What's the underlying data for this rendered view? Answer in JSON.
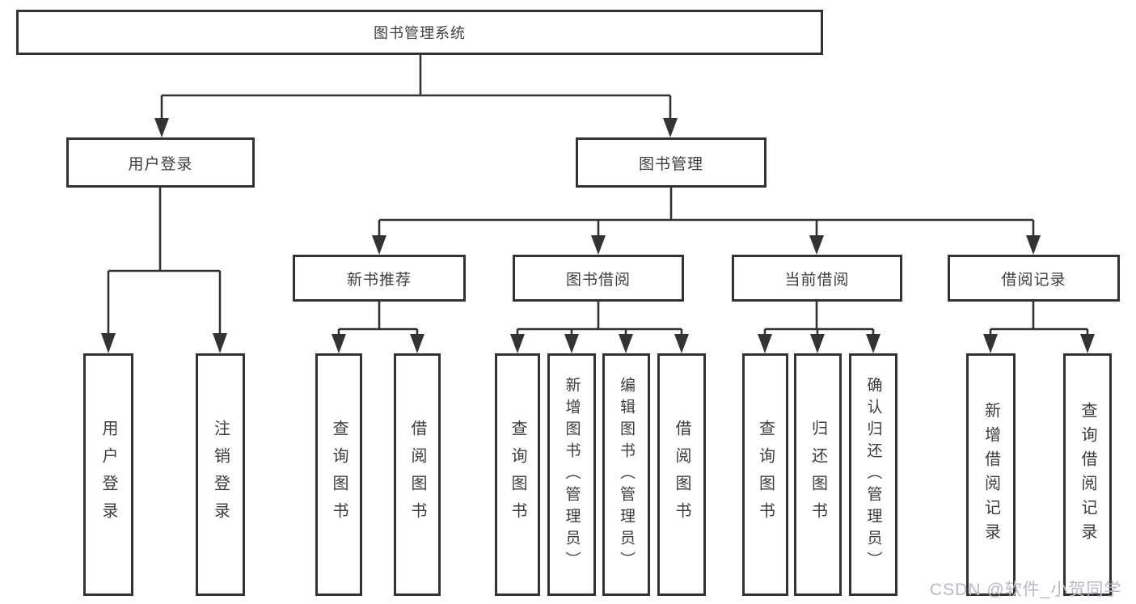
{
  "tree": {
    "label": "图书管理系统",
    "children": [
      {
        "label": "用户登录",
        "children": [
          {
            "label": "用户登录"
          },
          {
            "label": "注销登录"
          }
        ]
      },
      {
        "label": "图书管理",
        "children": [
          {
            "label": "新书推荐",
            "children": [
              {
                "label": "查询图书"
              },
              {
                "label": "借阅图书"
              }
            ]
          },
          {
            "label": "图书借阅",
            "children": [
              {
                "label": "查询图书"
              },
              {
                "label": "新增图书（管理员）"
              },
              {
                "label": "编辑图书（管理员）"
              },
              {
                "label": "借阅图书"
              }
            ]
          },
          {
            "label": "当前借阅",
            "children": [
              {
                "label": "查询图书"
              },
              {
                "label": "归还图书"
              },
              {
                "label": "确认归还（管理员）"
              }
            ]
          },
          {
            "label": "借阅记录",
            "children": [
              {
                "label": "新增借阅记录"
              },
              {
                "label": "查询借阅记录"
              }
            ]
          }
        ]
      }
    ]
  },
  "watermark": "CSDN @软件_小贺同学",
  "colors": {
    "line": "#333333",
    "text": "#3d3d3d",
    "background": "#ffffff",
    "watermark": "#b6bbc1"
  }
}
